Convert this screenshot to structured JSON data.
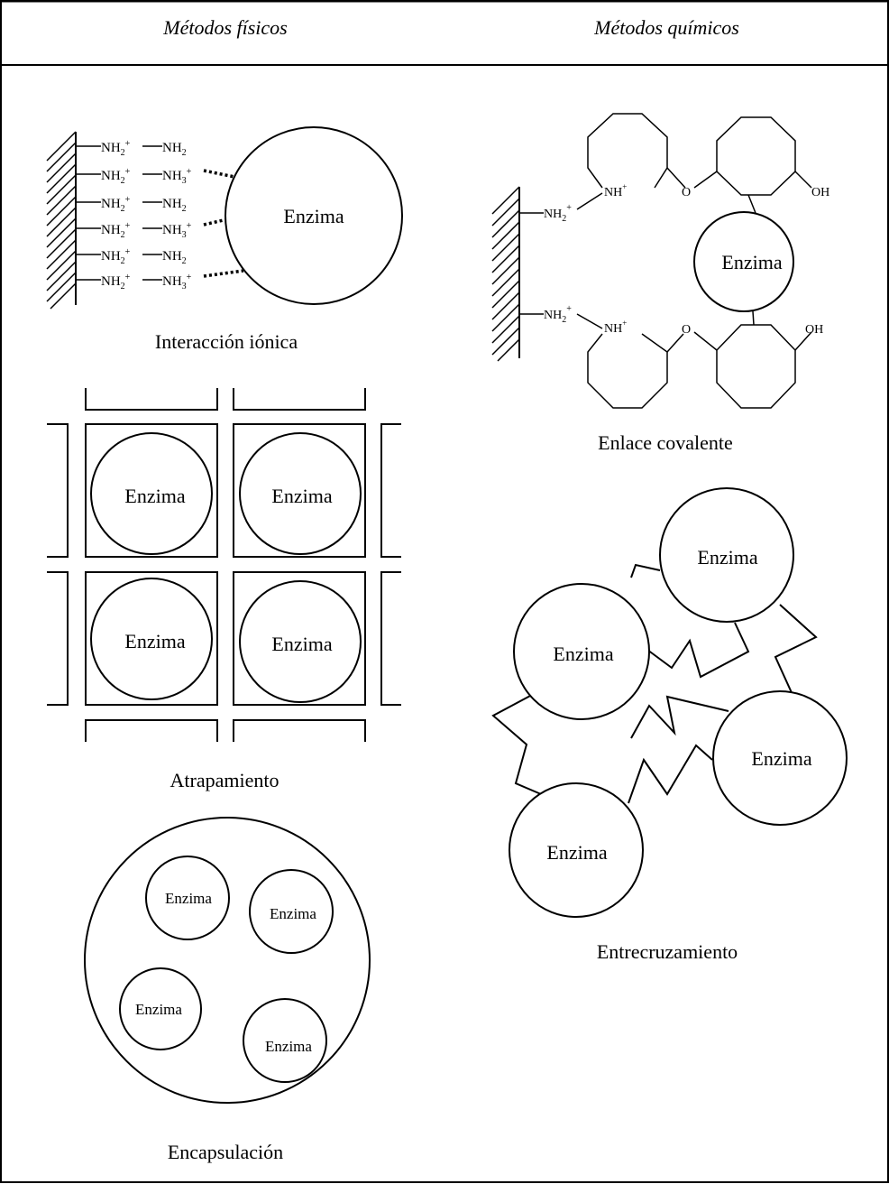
{
  "headers": {
    "physical": "Métodos físicos",
    "chemical": "Métodos químicos"
  },
  "enzyme_label": "Enzima",
  "ionic": {
    "caption": "Interacción iónica",
    "group_nh2plus": "NH",
    "group_nh2": "NH",
    "group_nh3plus": "NH",
    "sub2": "2",
    "sub3": "3",
    "sup_plus": "+"
  },
  "trapping": {
    "caption": "Atrapamiento"
  },
  "encapsulation": {
    "caption": "Encapsulación"
  },
  "covalent": {
    "caption": "Enlace covalente",
    "amine": "NH",
    "sub2": "2",
    "sup_plus": "+",
    "ring_n": "NH",
    "oxygen": "O",
    "hydroxyl": "OH"
  },
  "crosslinking": {
    "caption": "Entrecruzamiento"
  }
}
